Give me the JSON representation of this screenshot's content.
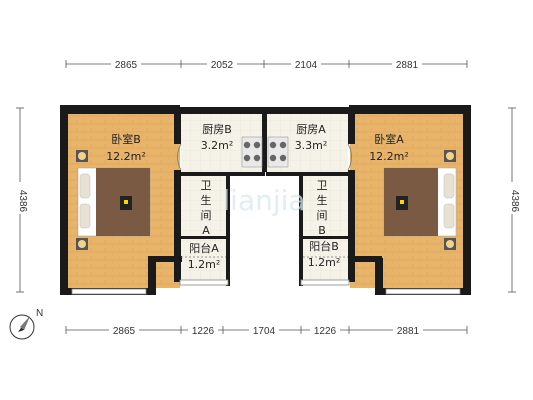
{
  "dimensions": {
    "top": [
      "2865",
      "2052",
      "2104",
      "2881"
    ],
    "bottom": [
      "2865",
      "1226",
      "1704",
      "1226",
      "2881"
    ],
    "left": "4386",
    "right": "4386"
  },
  "rooms": {
    "bedroom_b": {
      "name": "卧室B",
      "area": "12.2m²"
    },
    "bedroom_a": {
      "name": "卧室A",
      "area": "12.2m²"
    },
    "kitchen_b": {
      "name": "厨房B",
      "area": "3.2m²"
    },
    "kitchen_a": {
      "name": "厨房A",
      "area": "3.3m²"
    },
    "bath_a": {
      "chars": [
        "卫",
        "生",
        "间",
        "A"
      ]
    },
    "bath_b": {
      "chars": [
        "卫",
        "生",
        "间",
        "B"
      ]
    },
    "balcony_a": {
      "name": "阳台A",
      "area": "1.2m²"
    },
    "balcony_b": {
      "name": "阳台B",
      "area": "1.2m²"
    }
  },
  "compass": {
    "label": "N"
  },
  "watermark": "lianjia",
  "colors": {
    "floor_wood": "#e8b46a",
    "floor_tile": "#f4f2e6",
    "wall": "#1a1a1a",
    "dim_line": "#555555"
  }
}
